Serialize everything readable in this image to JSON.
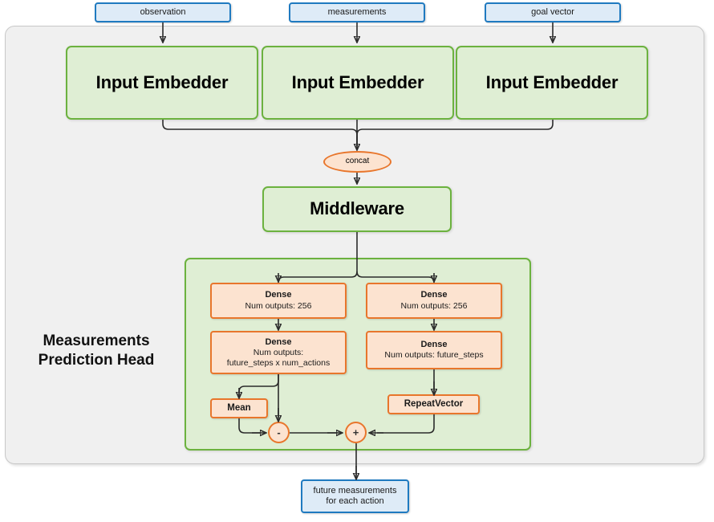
{
  "diagram": {
    "title": "Measurements Prediction Head network diagram",
    "colors": {
      "container_bg": "#f0f0f0",
      "container_border": "#c8c8c8",
      "io_fill": "#deebf7",
      "io_border": "#1f7ac0",
      "module_fill": "#dfeed4",
      "module_border": "#6cb23f",
      "layer_fill": "#fce3d0",
      "layer_border": "#e8762c",
      "wire": "#2b2b2b"
    }
  },
  "inputs": [
    {
      "label": "observation"
    },
    {
      "label": "measurements"
    },
    {
      "label": "goal vector"
    }
  ],
  "embedders": [
    {
      "label": "Input Embedder"
    },
    {
      "label": "Input Embedder"
    },
    {
      "label": "Input Embedder"
    }
  ],
  "concat": {
    "label": "concat"
  },
  "middleware": {
    "label": "Middleware"
  },
  "head": {
    "title_line1": "Measurements",
    "title_line2": "Prediction Head",
    "left_branch": {
      "dense1": {
        "title": "Dense",
        "sub": "Num outputs: 256"
      },
      "dense2": {
        "title": "Dense",
        "sub_line1": "Num outputs:",
        "sub_line2": "future_steps x num_actions"
      },
      "mean": {
        "label": "Mean"
      },
      "op": {
        "label": "-"
      }
    },
    "right_branch": {
      "dense1": {
        "title": "Dense",
        "sub": "Num outputs: 256"
      },
      "dense2": {
        "title": "Dense",
        "sub": "Num outputs: future_steps"
      },
      "repeat_vector": {
        "label": "RepeatVector"
      },
      "op": {
        "label": "+"
      }
    }
  },
  "output": {
    "line1": "future measurements",
    "line2": "for each action"
  }
}
